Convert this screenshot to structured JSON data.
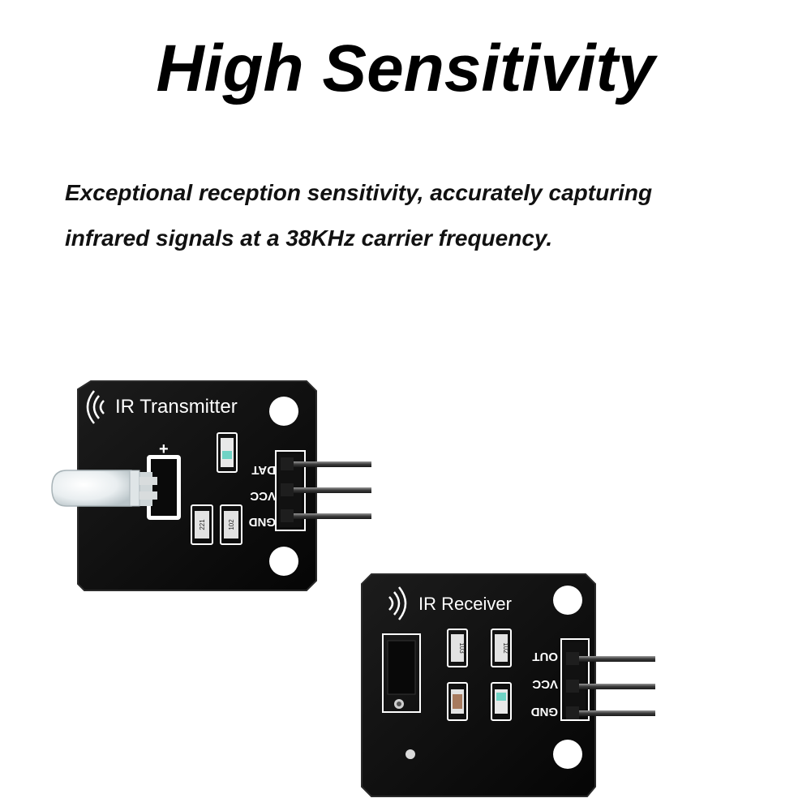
{
  "headline": "High Sensitivity",
  "description": {
    "line1": "Exceptional reception sensitivity, accurately capturing",
    "line2": "infrared signals at a 38KHz carrier frequency."
  },
  "transmitter": {
    "label": "IR Transmitter",
    "polarity": "+",
    "pins": [
      "DAT",
      "VCC",
      "GND"
    ],
    "resistors": [
      "221",
      "102"
    ]
  },
  "receiver": {
    "label": "IR Receiver",
    "pins": [
      "OUT",
      "VCC",
      "GND"
    ],
    "resistors": [
      "103",
      "102"
    ]
  }
}
